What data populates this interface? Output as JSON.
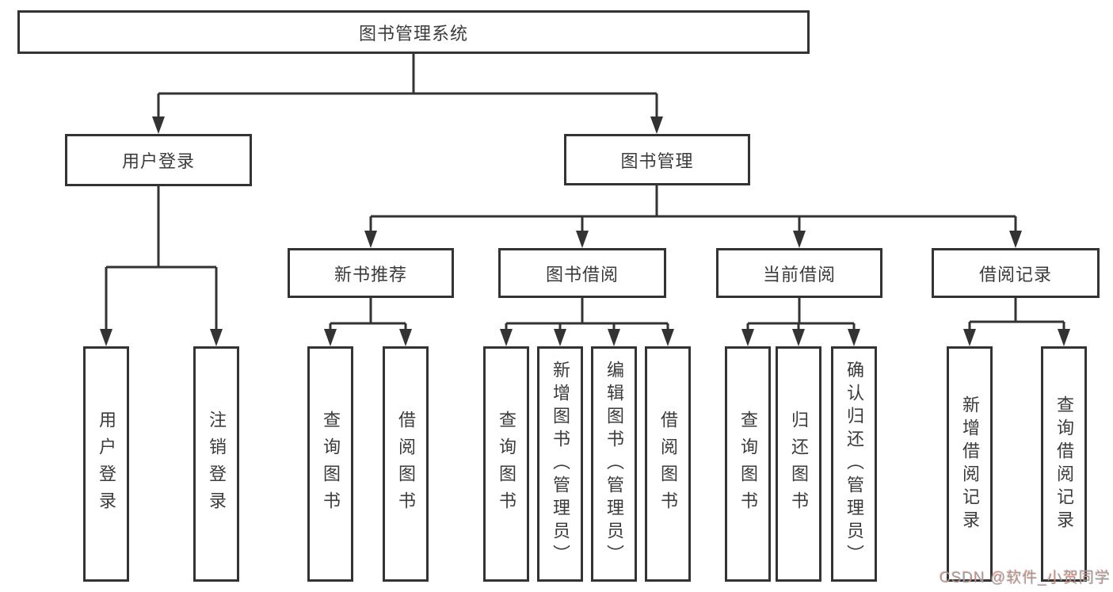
{
  "tree": {
    "root": {
      "label": "图书管理系统"
    },
    "branches": [
      {
        "label": "用户登录",
        "leaves": [
          {
            "label": "用户登录"
          },
          {
            "label": "注销登录"
          }
        ]
      },
      {
        "label": "图书管理",
        "groups": [
          {
            "label": "新书推荐",
            "leaves": [
              {
                "label": "查询图书"
              },
              {
                "label": "借阅图书"
              }
            ]
          },
          {
            "label": "图书借阅",
            "leaves": [
              {
                "label": "查询图书"
              },
              {
                "label": "新增图书（管理员）"
              },
              {
                "label": "编辑图书（管理员）"
              },
              {
                "label": "借阅图书"
              }
            ]
          },
          {
            "label": "当前借阅",
            "leaves": [
              {
                "label": "查询图书"
              },
              {
                "label": "归还图书"
              },
              {
                "label": "确认归还（管理员）"
              }
            ]
          },
          {
            "label": "借阅记录",
            "leaves": [
              {
                "label": "新增借阅记录"
              },
              {
                "label": "查询借阅记录"
              }
            ]
          }
        ]
      }
    ]
  },
  "watermark": {
    "text": "CSDN @软件_小贺同学"
  },
  "colors": {
    "line": "#333333",
    "text": "#3b3b3b",
    "box_background": "#ffffff",
    "watermark_gray": "#9c9c9c",
    "watermark_accent": "#fc5531"
  }
}
